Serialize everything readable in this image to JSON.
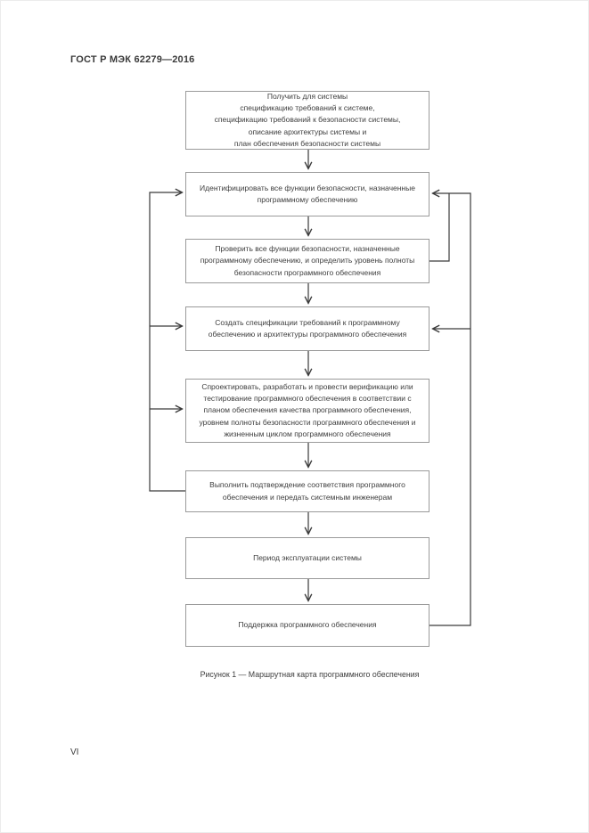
{
  "page": {
    "header": "ГОСТ Р МЭК 62279—2016",
    "caption": "Рисунок 1 — Маршрутная карта программного обеспечения",
    "page_number": "VI"
  },
  "flowchart": {
    "type": "flowchart",
    "colors": {
      "line": "#3a3a3a",
      "box_border": "#9a9a9a",
      "text": "#3d3d3d",
      "background": "#ffffff"
    },
    "boxes": [
      {
        "id": "get-system-specs",
        "text": "Получить для системы\nспецификацию требований к  системе,\nспецификацию требований к безопасности системы,\nописание архитектуры системы и\nплан обеспечения безопасности системы"
      },
      {
        "id": "identify-safety-functions",
        "text": "Идентифицировать все функции безопасности, назначенные\nпрограммному обеспечению"
      },
      {
        "id": "verify-safety-functions",
        "text": "Проверить все функции безопасности, назначенные\nпрограммному обеспечению, и определить уровень полноты\nбезопасности программного обеспечения"
      },
      {
        "id": "create-specifications",
        "text": "Создать спецификации требований к программному\nобеспечению и архитектуры программного обеспечения"
      },
      {
        "id": "design-develop-verify",
        "text": "Спроектировать, разработать и провести верификацию или\nтестирование программного обеспечения в соответствии с\nпланом обеспечения качества программного обеспечения,\nуровнем полноты безопасности программного обеспечения и\nжизненным циклом программного обеспечения"
      },
      {
        "id": "validate-handover",
        "text": "Выполнить подтверждение соответствия программного\nобеспечения и передать системным инженерам"
      },
      {
        "id": "operation-period",
        "text": "Период эксплуатации системы"
      },
      {
        "id": "software-support",
        "text": "Поддержка программного обеспечения"
      }
    ],
    "connections": [
      {
        "from": "get-system-specs",
        "to": "identify-safety-functions"
      },
      {
        "from": "identify-safety-functions",
        "to": "verify-safety-functions"
      },
      {
        "from": "verify-safety-functions",
        "to": "create-specifications"
      },
      {
        "from": "create-specifications",
        "to": "design-develop-verify"
      },
      {
        "from": "design-develop-verify",
        "to": "validate-handover"
      },
      {
        "from": "validate-handover",
        "to": "operation-period"
      },
      {
        "from": "operation-period",
        "to": "software-support"
      },
      {
        "from": "verify-safety-functions",
        "to": "identify-safety-functions",
        "kind": "feedback-right"
      },
      {
        "from": "software-support",
        "to": "identify-safety-functions",
        "kind": "feedback-right"
      },
      {
        "from": "software-support",
        "to": "create-specifications",
        "kind": "feedback-right"
      },
      {
        "from": "validate-handover",
        "to": "identify-safety-functions",
        "kind": "feedback-left"
      },
      {
        "from": "validate-handover",
        "to": "create-specifications",
        "kind": "feedback-left"
      },
      {
        "from": "validate-handover",
        "to": "design-develop-verify",
        "kind": "feedback-left"
      }
    ]
  }
}
